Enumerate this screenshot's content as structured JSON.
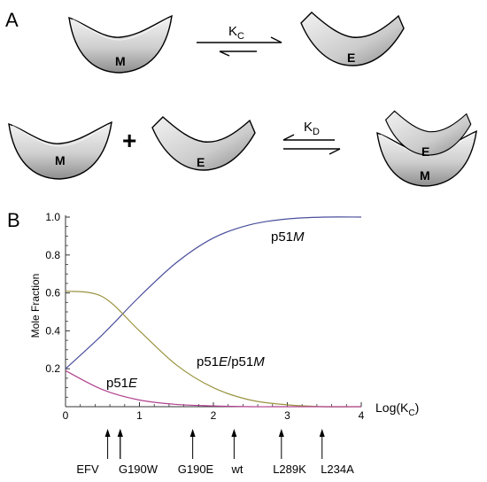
{
  "panel_a": {
    "label": "A",
    "monomer_letter": "M",
    "open_letter": "E",
    "plus": "+",
    "kc_main": "K",
    "kc_sub": "C",
    "kd_main": "K",
    "kd_sub": "D"
  },
  "panel_b": {
    "label": "B",
    "ylabel": "Mole Fraction",
    "xlabel_main": "Log(K",
    "xlabel_sub": "C",
    "xlabel_end": ")",
    "mutants": [
      {
        "label": "EFV",
        "logkc": 0.57
      },
      {
        "label": "",
        "logkc": 0.74
      },
      {
        "label": "G190W",
        "logkc": 0.74
      },
      {
        "label": "G190E",
        "logkc": 1.72
      },
      {
        "label": "wt",
        "logkc": 2.28
      },
      {
        "label": "L289K",
        "logkc": 2.92
      },
      {
        "label": "L234A",
        "logkc": 3.47
      }
    ]
  },
  "chart_data": {
    "type": "line",
    "xlim": [
      0,
      4
    ],
    "ylim": [
      0,
      1.0
    ],
    "x_ticks": [
      "0",
      "1",
      "2",
      "3",
      "4"
    ],
    "y_ticks": [
      "0.2",
      "0.4",
      "0.6",
      "0.8",
      "1.0"
    ],
    "grid": false,
    "series": [
      {
        "name_main": "p51",
        "name_italic": "M",
        "name_tail": "",
        "color": "#4a4f9c",
        "x": [
          0,
          0.5,
          1,
          1.5,
          2,
          2.5,
          3,
          3.5,
          4
        ],
        "y": [
          0.2,
          0.38,
          0.58,
          0.76,
          0.89,
          0.96,
          0.99,
          1.0,
          1.0
        ]
      },
      {
        "name_main": "p51",
        "name_italic": "E",
        "name_tail": "/p51M",
        "color": "#9a9440",
        "x": [
          0,
          0.5,
          1,
          1.5,
          2,
          2.5,
          3,
          3.5,
          4
        ],
        "y": [
          0.61,
          0.58,
          0.4,
          0.22,
          0.1,
          0.035,
          0.01,
          0.0,
          0.0
        ]
      },
      {
        "name_main": "p51",
        "name_italic": "E",
        "name_tail": "",
        "color": "#b0418e",
        "x": [
          0,
          0.5,
          1,
          1.5,
          2,
          2.5,
          3,
          3.5,
          4
        ],
        "y": [
          0.19,
          0.09,
          0.035,
          0.012,
          0.004,
          0.0,
          0.0,
          0.0,
          0.0
        ]
      }
    ]
  }
}
